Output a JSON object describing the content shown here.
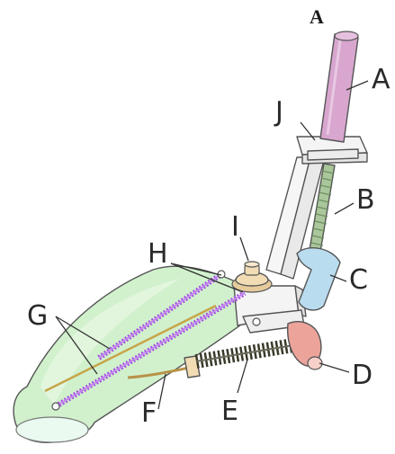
{
  "figure": {
    "title": "A",
    "labels": {
      "A": "A",
      "B": "B",
      "C": "C",
      "D": "D",
      "E": "E",
      "F": "F",
      "G": "G",
      "H": "H",
      "I": "I",
      "J": "J"
    }
  },
  "colors": {
    "rod_A": "#d8a6cf",
    "screw_B": "#a9c79a",
    "bracket_C": "#b9dcef",
    "cam_D": "#eca39a",
    "spring_E": "#3a3a2a",
    "shell_G": "#c9efc4",
    "springs_H": "#a24ee0",
    "knob_I": "#f1dcb4",
    "frame": "#f4f4f4"
  }
}
